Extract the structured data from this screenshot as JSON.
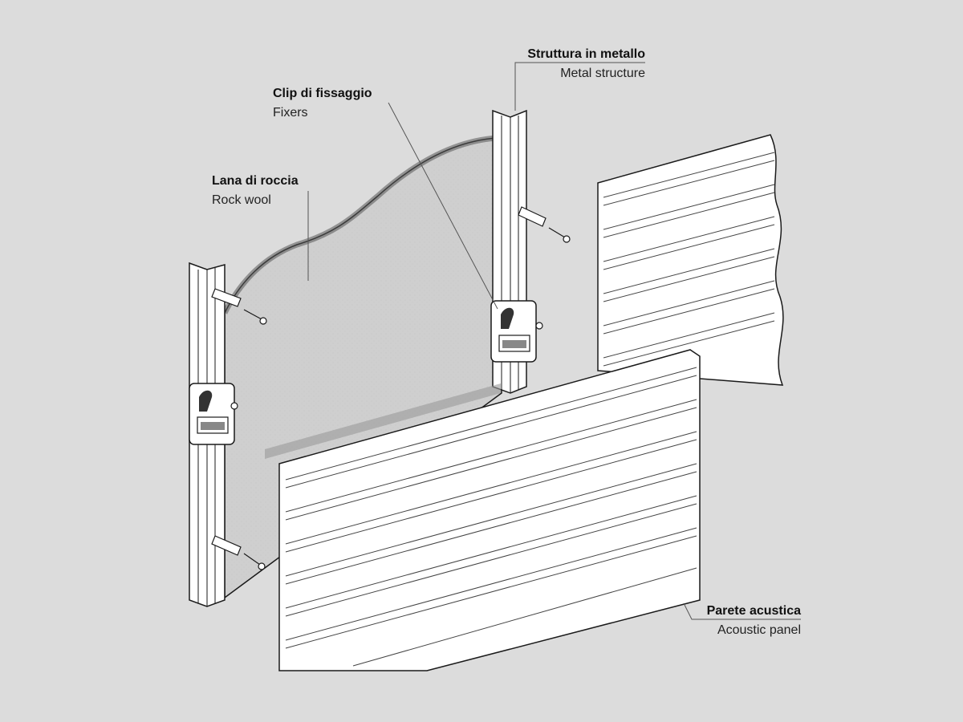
{
  "colors": {
    "background": "#dcdcdc",
    "rock_wool": "#cfcfcf",
    "panel": "#ffffff",
    "stroke": "#1a1a1a",
    "leader": "#555555"
  },
  "labels": {
    "metal_structure": {
      "it": "Struttura in metallo",
      "en": "Metal structure"
    },
    "fixers": {
      "it": "Clip di fissaggio",
      "en": "Fixers"
    },
    "rock_wool": {
      "it": "Lana di roccia",
      "en": "Rock wool"
    },
    "acoustic_panel": {
      "it": "Parete acustica",
      "en": "Acoustic panel"
    }
  }
}
